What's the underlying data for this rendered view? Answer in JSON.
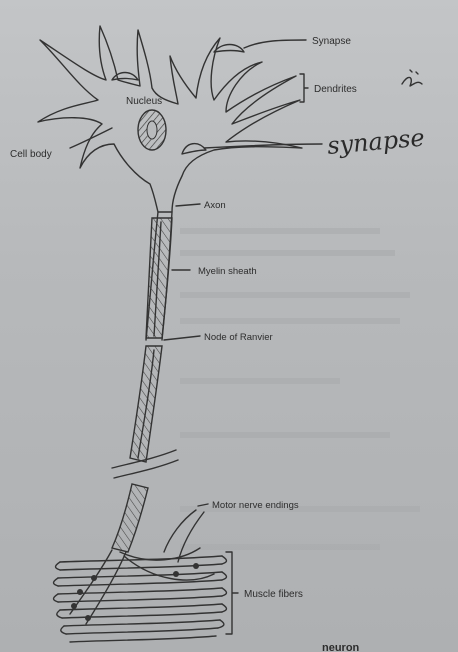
{
  "labels": {
    "synapse_top": "Synapse",
    "dendrites": "Dendrites",
    "nucleus": "Nucleus",
    "cell_body": "Cell body",
    "synapse_handwritten": "synapse",
    "axon": "Axon",
    "myelin_sheath": "Myelin sheath",
    "node_of_ranvier": "Node of Ranvier",
    "motor_nerve_endings": "Motor nerve endings",
    "muscle_fibers": "Muscle fibers",
    "caption_fragment": "neuron"
  },
  "colors": {
    "ink": "#333333",
    "paper": "#bdbfc1"
  }
}
